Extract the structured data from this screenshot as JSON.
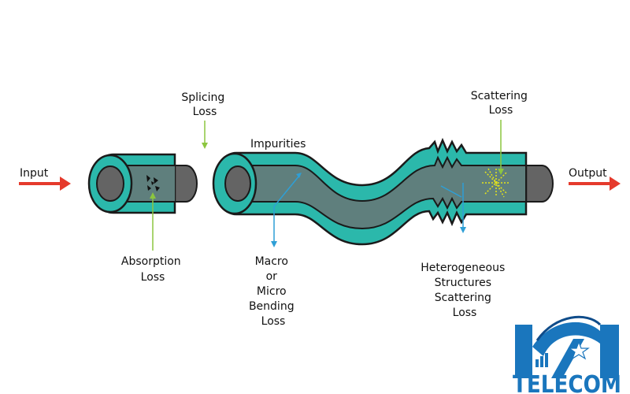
{
  "labels": {
    "input": "Input",
    "output": "Output",
    "splicing": [
      "Splicing",
      "Loss"
    ],
    "impurities": "Impurities",
    "scattering": [
      "Scattering",
      "Loss"
    ],
    "absorption": [
      "Absorption",
      "Loss"
    ],
    "bending": [
      "Macro",
      "or",
      "Micro",
      "Bending",
      "Loss"
    ],
    "heterogeneous": [
      "Heterogeneous",
      "Structures",
      "Scattering",
      "Loss"
    ]
  },
  "logo": {
    "name": "TELECOM"
  },
  "colors": {
    "cladding": "#2bb8ab",
    "core": "#5f7f7d",
    "core_end": "#646464",
    "outline": "#1a1a1a",
    "arrow_io": "#e53a2c",
    "pointer_green": "#8cc63f",
    "pointer_blue": "#2e9fd6",
    "scatter_mark": "#e5e51a",
    "logo_blue": "#1a76bd",
    "logo_dark": "#0f4c8a"
  }
}
